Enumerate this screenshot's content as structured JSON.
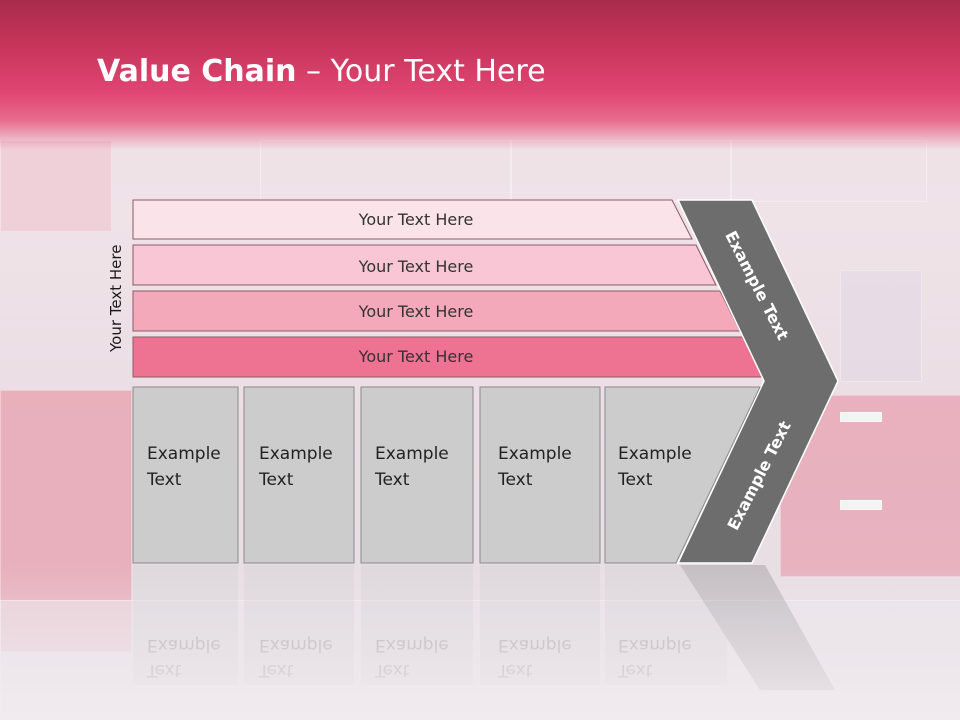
{
  "slide": {
    "title_bold": "Value Chain",
    "title_rest": " – Your Text Here",
    "side_label": "Your Text Here",
    "rows": [
      {
        "label": "Your Text Here",
        "color": "#fbe3ea"
      },
      {
        "label": "Your Text Here",
        "color": "#f8c6d4"
      },
      {
        "label": "Your Text Here",
        "color": "#f4a9bb"
      },
      {
        "label": "Your Text Here",
        "color": "#ee7393"
      }
    ],
    "boxes": [
      {
        "line1": "Example",
        "line2": "Text"
      },
      {
        "line1": "Example",
        "line2": "Text"
      },
      {
        "line1": "Example",
        "line2": "Text"
      },
      {
        "line1": "Example",
        "line2": "Text"
      },
      {
        "line1": "Example",
        "line2": "Text"
      }
    ],
    "arrow_top_label": "Example Text",
    "arrow_bottom_label": "Example Text",
    "colors": {
      "header": "#e04672",
      "box": "#cccccc",
      "arrow": "#6d6d6d"
    }
  }
}
